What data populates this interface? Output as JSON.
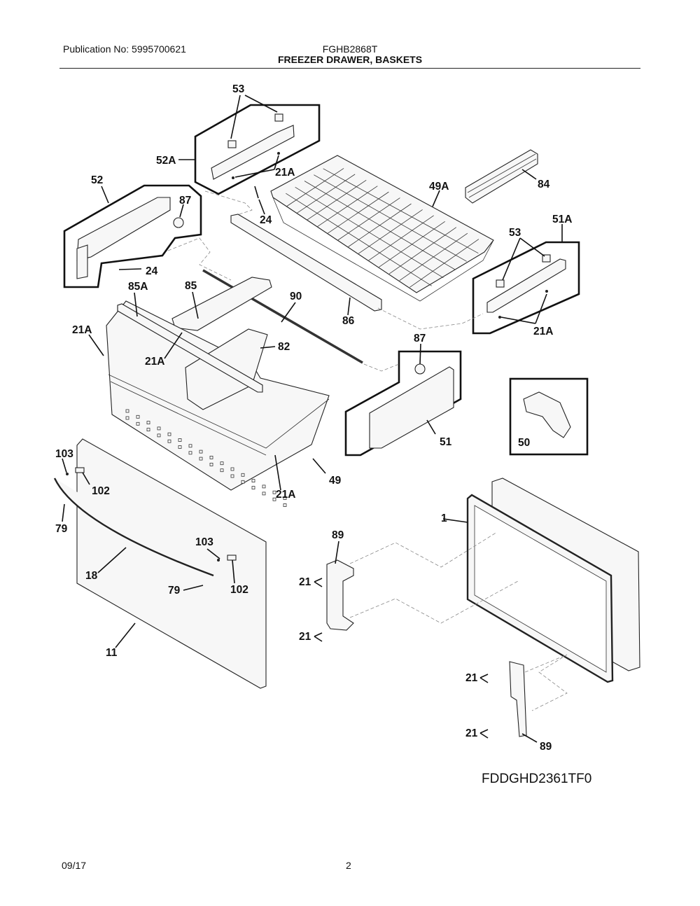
{
  "header": {
    "publication": "Publication No: 5995700621",
    "model": "FGHB2868T",
    "title": "FREEZER DRAWER, BASKETS"
  },
  "footer": {
    "figure_id": "FDDGHD2361TF0",
    "date": "09/17",
    "page": "2"
  },
  "callouts": {
    "c53_top": "53",
    "c52A": "52A",
    "c21A_top": "21A",
    "c52": "52",
    "c87_left": "87",
    "c24_upper": "24",
    "c24_lower": "24",
    "c49A": "49A",
    "c84": "84",
    "c53_right": "53",
    "c51A": "51A",
    "c21A_right": "21A",
    "c85A": "85A",
    "c85": "85",
    "c90": "90",
    "c86": "86",
    "c21A_left": "21A",
    "c21A_inner": "21A",
    "c82": "82",
    "c87_right": "87",
    "c51": "51",
    "c50": "50",
    "c103_left": "103",
    "c102_left": "102",
    "c21A_bottom": "21A",
    "c49": "49",
    "c79_left": "79",
    "c103_right": "103",
    "c18": "18",
    "c79_right": "79",
    "c102_right": "102",
    "c11": "11",
    "c1": "1",
    "c89_upper": "89",
    "c21_a": "21",
    "c21_b": "21",
    "c21_c": "21",
    "c21_d": "21",
    "c89_lower": "89"
  }
}
